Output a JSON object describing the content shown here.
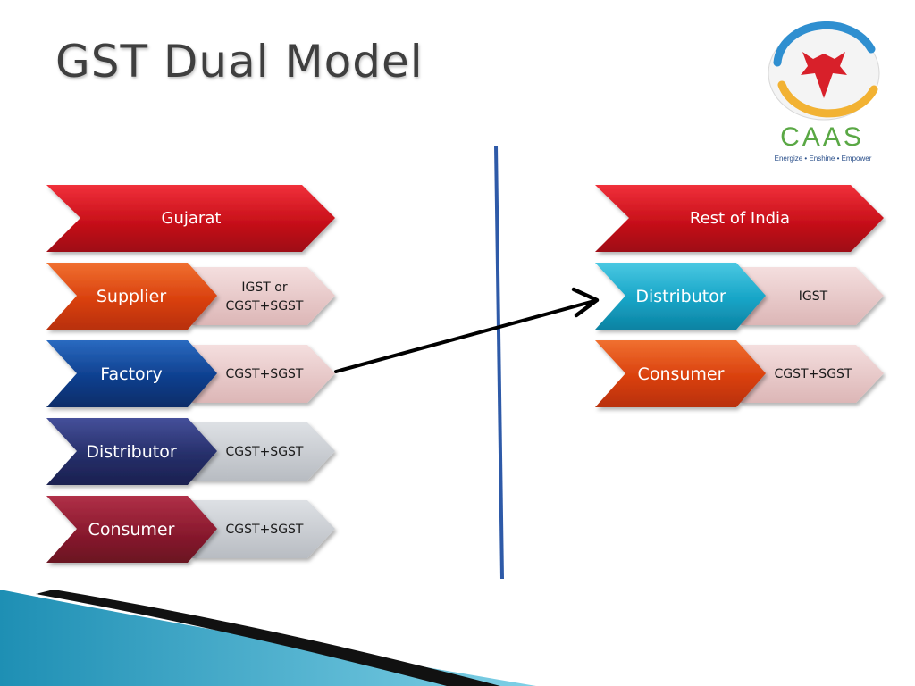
{
  "title": "GST Dual Model",
  "left": {
    "header": "Gujarat",
    "rows": [
      {
        "name": "Supplier",
        "tax": [
          "IGST or",
          "CGST+SGST"
        ]
      },
      {
        "name": "Factory",
        "tax": [
          "CGST+SGST"
        ]
      },
      {
        "name": "Distributor",
        "tax": [
          "CGST+SGST"
        ]
      },
      {
        "name": "Consumer",
        "tax": [
          "CGST+SGST"
        ]
      }
    ]
  },
  "right": {
    "header": "Rest of India",
    "rows": [
      {
        "name": "Distributor",
        "tax": [
          "IGST"
        ]
      },
      {
        "name": "Consumer",
        "tax": [
          "CGST+SGST"
        ]
      }
    ]
  },
  "logo": {
    "name": "CAAS",
    "tagline": "Energize • Enshine • Empower"
  },
  "colors": {
    "header_red": "#d0141c",
    "supplier_orange": "#e2430f",
    "factory_blue": "#0d3f8f",
    "distributor_navy": "#25306b",
    "consumer_maroon": "#8a1a2e",
    "distributor_cyan": "#17a8c9",
    "consumer_orange": "#e2430f",
    "tax_pink": "#e8c8c8",
    "tax_gray": "#c9ccd0",
    "divider_blue": "#2e5aa8"
  }
}
